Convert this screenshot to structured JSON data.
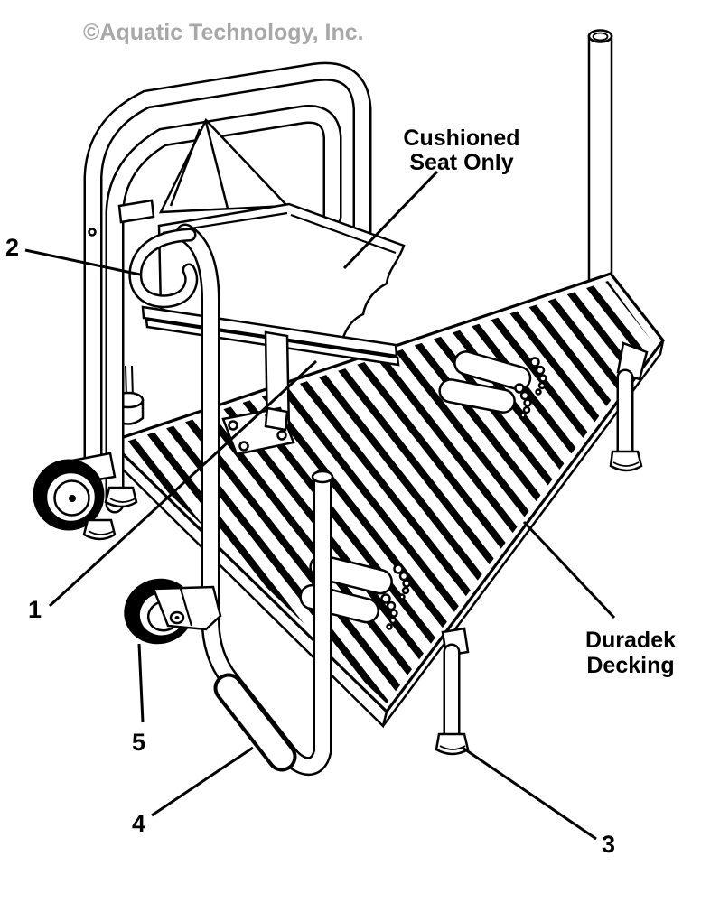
{
  "watermark": {
    "text": "©Aquatic Technology, Inc.",
    "color": "#a8a8a8"
  },
  "colors": {
    "background": "#ffffff",
    "line": "#000000"
  },
  "callouts": {
    "part_1": "1",
    "part_2": "2",
    "part_3": "3",
    "part_4": "4",
    "part_5": "5",
    "cushioned_seat": {
      "line1": "Cushioned",
      "line2": "Seat Only"
    },
    "duradek": {
      "line1": "Duradek",
      "line2": "Decking"
    }
  }
}
